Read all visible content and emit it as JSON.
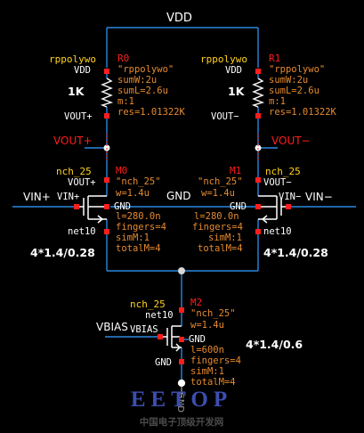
{
  "net_labels": {
    "vdd": "VDD",
    "vout_plus": "VOUT+",
    "vout_minus": "VOUT−",
    "vin_plus": "VIN+",
    "vin_minus": "VIN−",
    "gnd_mid": "GND",
    "vbias": "VBIAS"
  },
  "r0": {
    "name": "R0",
    "model": "rppolywo",
    "pin_top": "VDD",
    "pin_bottom": "VOUT+",
    "value": "1K",
    "cdf": "\"rppolywo\"",
    "sumW": "sumW:2u",
    "sumL": "sumL=2.6u",
    "m": "m:1",
    "res": "res=1.01322K"
  },
  "r1": {
    "name": "R1",
    "model": "rppolywo",
    "pin_top": "VDD",
    "pin_bottom": "VOUT−",
    "value": "1K",
    "cdf": "\"rppolywo\"",
    "sumW": "sumW:2u",
    "sumL": "sumL=2.6u",
    "m": "m:1",
    "res": "res=1.01322K"
  },
  "m0": {
    "name": "M0",
    "model": "nch_25",
    "drain": "VOUT+",
    "gate": "VIN+",
    "bulk": "GND",
    "source": "net10",
    "cdf": "\"nch_25\"",
    "w": "w=1.4u",
    "l": "l=280.0n",
    "fingers": "fingers=4",
    "simM": "simM:1",
    "totalM": "totalM=4",
    "sizing": "4*1.4/0.28"
  },
  "m1": {
    "name": "M1",
    "model": "nch_25",
    "drain": "VOUT−",
    "gate": "VIN−",
    "bulk": "GND",
    "source": "net10",
    "cdf": "\"nch_25\"",
    "w": "w=1.4u",
    "l": "l=280.0n",
    "fingers": "fingers=4",
    "simM": "simM:1",
    "totalM": "totalM=4",
    "sizing": "4*1.4/0.28"
  },
  "m2": {
    "name": "M2",
    "model": "nch_25",
    "drain": "net10",
    "gate": "VBIAS",
    "bulk": "GND",
    "source": "GND",
    "cdf": "\"nch_25\"",
    "w": "w=1.4u",
    "l": "l=600n",
    "fingers": "fingers=4",
    "simM": "simM:1",
    "totalM": "totalM=4",
    "sizing": "4*1.4/0.6"
  },
  "gnd_symbol": "GND",
  "watermark": {
    "title": "EETOP",
    "subtitle": "中国电子顶级开发网"
  },
  "colors": {
    "background": "#000000",
    "wire": "#2a87e0",
    "white_wire": "#ffffff",
    "pin": "#ff1d1d",
    "instance_red": "#ff6a1a",
    "param_orange": "#e68a2e",
    "cell_yellow": "#ffd21a",
    "text_white": "#ffffff",
    "gnd_gray": "#9a9a9a",
    "watermark_blue": "#3c4eb0"
  }
}
